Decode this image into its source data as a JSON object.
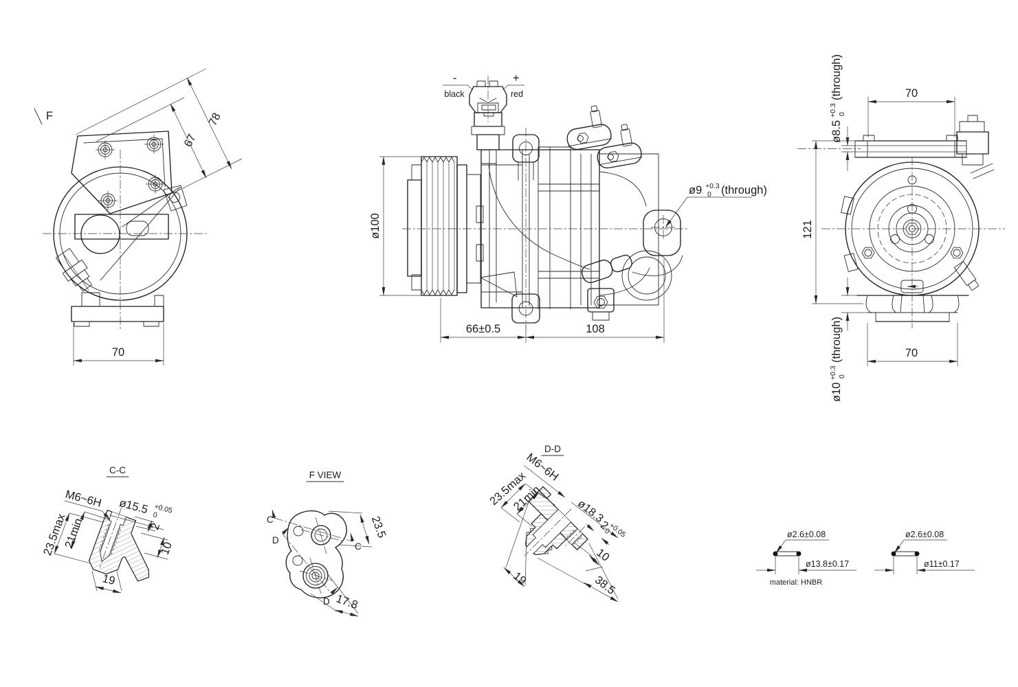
{
  "drawing": {
    "side_view": {
      "view_label": "F",
      "dim_diag_outer": "78",
      "dim_diag_inner": "67",
      "dim_base_width": "70"
    },
    "front_view": {
      "polarity_neg": "-",
      "wire_neg": "black",
      "polarity_pos": "+",
      "wire_pos": "red",
      "dim_pulley_dia": "ø100",
      "dim_front_len": "66±0.5",
      "dim_rear_len": "108",
      "hole_callout": {
        "dia": "ø9",
        "tol_up": "+0.3",
        "tol_dn": "0",
        "note": "(through)"
      }
    },
    "rear_view": {
      "top_hole": {
        "dia": "ø8.5",
        "tol_up": "+0.3",
        "tol_dn": "0",
        "note": "(through)"
      },
      "dim_top_width": "70",
      "dim_height": "121",
      "bottom_hole": {
        "dia": "ø10",
        "tol_up": "+0.3",
        "tol_dn": "0",
        "note": "(through)"
      },
      "dim_bottom_width": "70"
    },
    "section_cc": {
      "title": "C-C",
      "thread": "M6~6H",
      "bore": {
        "dia": "ø15.5",
        "tol_up": "+0.05",
        "tol_dn": "0"
      },
      "dim_depth_max": "23.5max",
      "dim_thread_min": "21min",
      "dim_chamfer": "2",
      "dim_flange": "10",
      "dim_width": "19"
    },
    "view_f": {
      "title": "F VIEW",
      "plane_c": "C",
      "plane_d": "D",
      "dim_upper_port": "23.5",
      "dim_lower_port": "17.8"
    },
    "section_dd": {
      "title": "D-D",
      "thread": "M6~6H",
      "bore": {
        "dia": "ø18.3",
        "tol_up": "+0.05",
        "tol_dn": "0"
      },
      "dim_depth_max": "23.5max",
      "dim_thread_min": "21min",
      "dim_chamfer": "2",
      "dim_flange": "10",
      "dim_width": "19",
      "dim_length": "38.5"
    },
    "oring_discharge": {
      "dim_cs": "ø2.6±0.08",
      "dim_id": "ø13.8±0.17",
      "material": "material: HNBR"
    },
    "oring_suction": {
      "dim_cs": "ø2.6±0.08",
      "dim_id": "ø11±0.17"
    }
  }
}
